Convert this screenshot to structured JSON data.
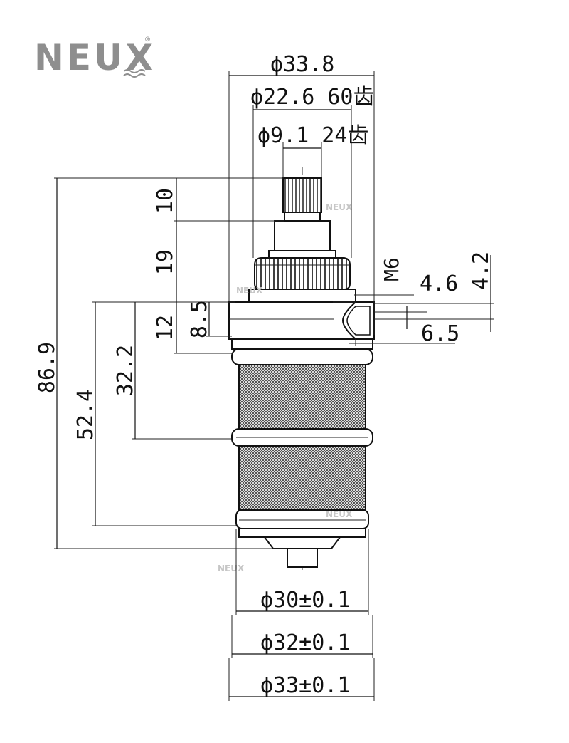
{
  "brand": {
    "name": "NEUX",
    "registered_mark": "®",
    "color": "#8e8e8e",
    "watermark_color": "#c6c6c6"
  },
  "dimensions": {
    "top_diameter": "ϕ33.8",
    "spline_60": "ϕ22.6 60齿",
    "spline_24": "ϕ9.1 24齿",
    "height_10": "10",
    "height_19": "19",
    "height_8_5": "8.5",
    "height_12": "12",
    "height_86_9": "86.9",
    "height_52_4": "52.4",
    "height_32_2": "32.2",
    "thread": "M6",
    "side_4_6": "4.6",
    "side_4_2": "4.2",
    "side_6_5": "6.5",
    "dia_30": "ϕ30±0.1",
    "dia_32": "ϕ32±0.1",
    "dia_33": "ϕ33±0.1"
  }
}
